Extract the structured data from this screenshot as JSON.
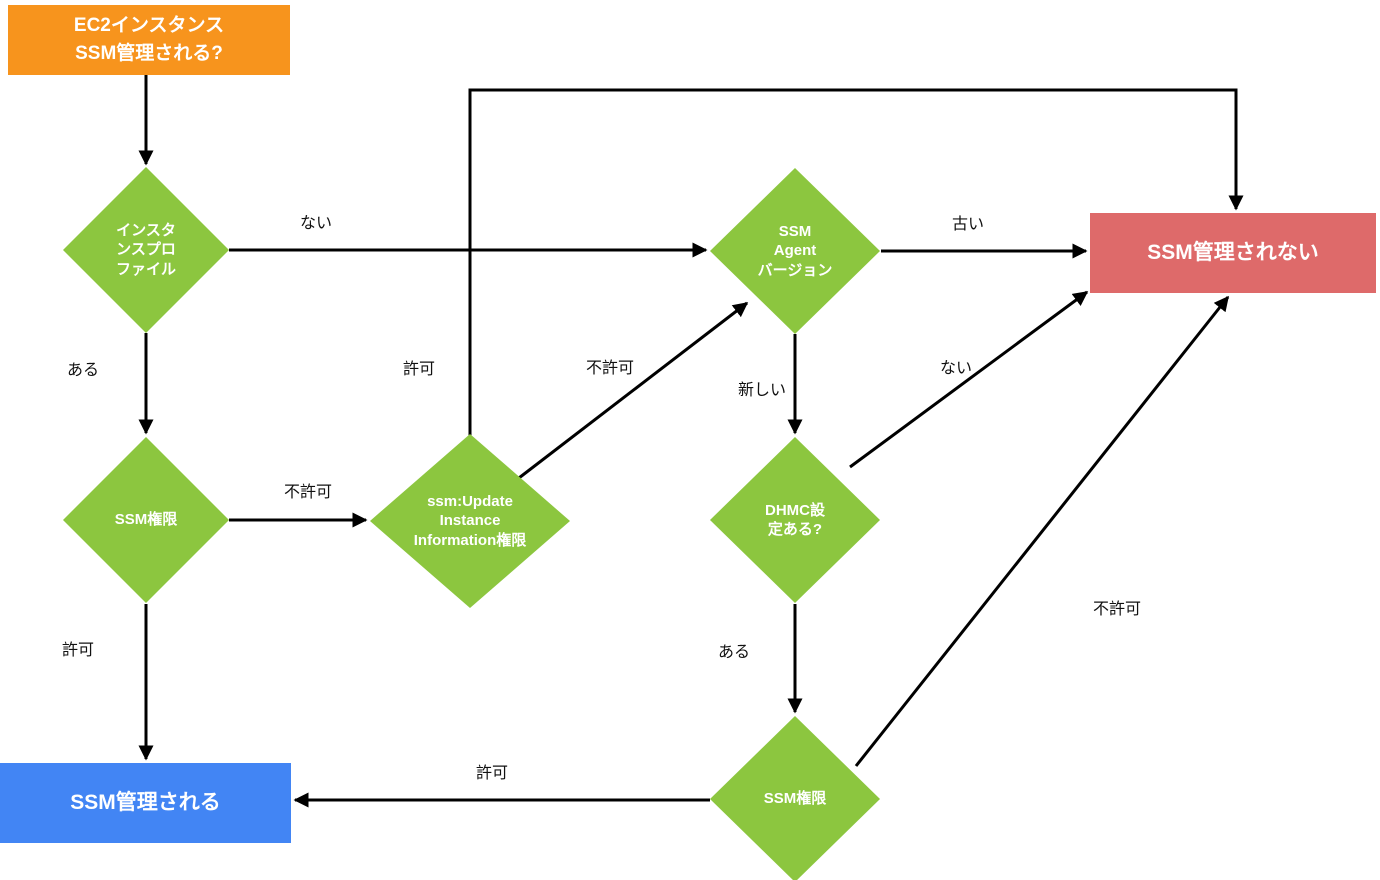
{
  "colors": {
    "node_green": "#8CC63F",
    "node_orange": "#F7941D",
    "node_red": "#DE6A6A",
    "node_blue": "#4285F4",
    "edge_line": "#000000",
    "edge_label_text": "#111111",
    "node_text": "#FFFFFF",
    "background": "#FFFFFF"
  },
  "nodes": {
    "start": {
      "label": "EC2インスタンス\nSSM管理される?",
      "shape": "rect"
    },
    "instance_profile": {
      "label": "インスタ\nンスプロ\nファイル",
      "shape": "diamond"
    },
    "ssm_permission_1": {
      "label": "SSM権限",
      "shape": "diamond"
    },
    "update_instance_information": {
      "label": "ssm:Update\nInstance\nInformation権限",
      "shape": "diamond"
    },
    "ssm_agent_version": {
      "label": "SSM\nAgent\nバージョン",
      "shape": "diamond"
    },
    "dhmc_setting": {
      "label": "DHMC設\n定ある?",
      "shape": "diamond"
    },
    "ssm_permission_2": {
      "label": "SSM権限",
      "shape": "diamond"
    },
    "not_managed": {
      "label": "SSM管理されない",
      "shape": "rect"
    },
    "managed": {
      "label": "SSM管理される",
      "shape": "rect"
    }
  },
  "edges": {
    "instance_profile_none": "ない",
    "instance_profile_exists": "ある",
    "ssm_permission_1_denied": "不許可",
    "ssm_permission_1_allowed": "許可",
    "update_info_allowed": "許可",
    "update_info_denied": "不許可",
    "agent_version_new": "新しい",
    "agent_version_old": "古い",
    "dhmc_none": "ない",
    "dhmc_exists": "ある",
    "ssm_permission_2_allowed": "許可",
    "ssm_permission_2_denied": "不許可"
  }
}
